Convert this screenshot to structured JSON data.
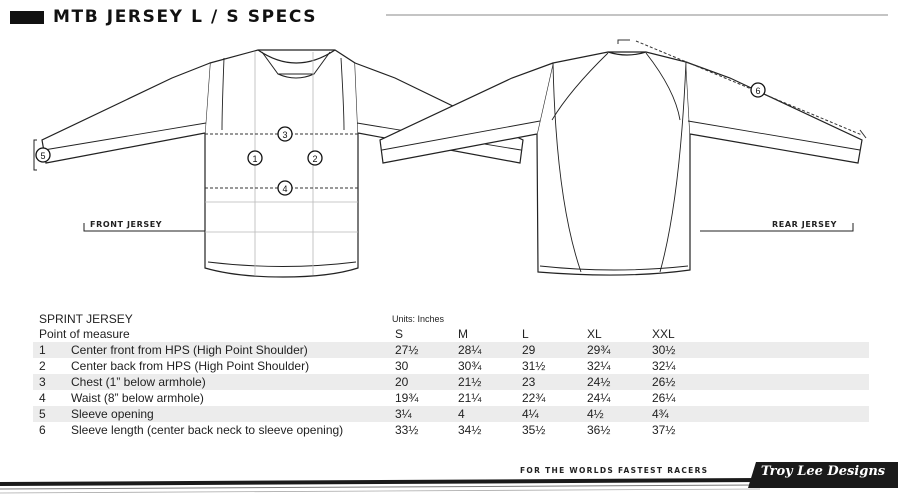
{
  "title": "MTB JERSEY L / S SPECS",
  "views": {
    "front_label": "FRONT JERSEY",
    "rear_label": "REAR JERSEY"
  },
  "markers": [
    "1",
    "2",
    "3",
    "4",
    "5",
    "6"
  ],
  "table": {
    "name": "SPRINT JERSEY",
    "units": "Units: Inches",
    "pom_header": "Point of measure",
    "sizes": [
      "S",
      "M",
      "L",
      "XL",
      "XXL"
    ],
    "rows": [
      {
        "num": "1",
        "name": "Center front from HPS (High Point Shoulder)",
        "values": [
          "27½",
          "28¼",
          "29",
          "29¾",
          "30½"
        ]
      },
      {
        "num": "2",
        "name": "Center back from HPS (High Point Shoulder)",
        "values": [
          "30",
          "30¾",
          "31½",
          "32¼",
          "32¼"
        ]
      },
      {
        "num": "3",
        "name": "Chest (1” below armhole)",
        "values": [
          "20",
          "21½",
          "23",
          "24½",
          "26½"
        ]
      },
      {
        "num": "4",
        "name": "Waist (8” below armhole)",
        "values": [
          "19¾",
          "21¼",
          "22¾",
          "24¼",
          "26¼"
        ]
      },
      {
        "num": "5",
        "name": "Sleeve opening",
        "values": [
          "3¼",
          "4",
          "4¼",
          "4½",
          "4¾"
        ]
      },
      {
        "num": "6",
        "name": "Sleeve length (center back neck to sleeve opening)",
        "values": [
          "33½",
          "34½",
          "35½",
          "36½",
          "37½"
        ]
      }
    ]
  },
  "footer": {
    "tagline": "FOR THE WORLDS FASTEST RACERS",
    "brand": "Troy Lee Designs"
  }
}
